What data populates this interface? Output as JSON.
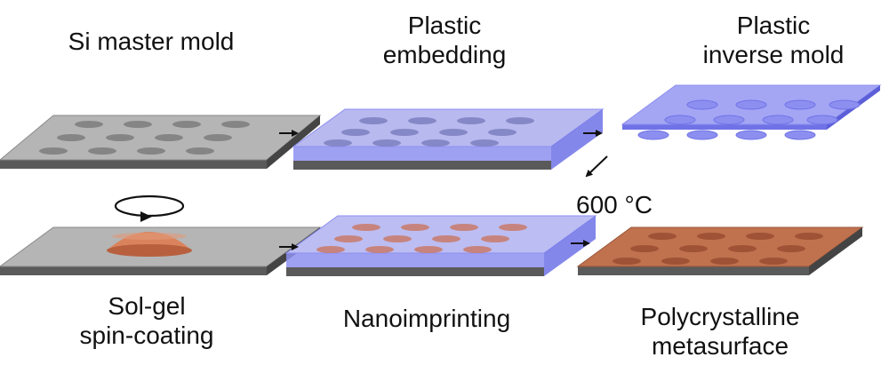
{
  "labels": {
    "si_master_mold": "Si master mold",
    "plastic_embedding_line1": "Plastic",
    "plastic_embedding_line2": "embedding",
    "plastic_inverse_mold_line1": "Plastic",
    "plastic_inverse_mold_line2": "inverse mold",
    "temperature": "600 °C",
    "sol_gel_line1": "Sol-gel",
    "sol_gel_line2": "spin-coating",
    "nanoimprinting": "Nanoimprinting",
    "polycrystalline_line1": "Polycrystalline",
    "polycrystalline_line2": "metasurface"
  },
  "colors": {
    "silicon_top": "#b5b5b5",
    "silicon_side": "#5a5a5a",
    "hole": "#858585",
    "plastic": "#8d8ff0",
    "plastic_dark": "#6f72e6",
    "solgel": "#d9825c",
    "solgel_dark": "#b8603e",
    "metasurface_top": "#c0714e",
    "arrow": "#111111"
  },
  "icons": {
    "rotation": "rotation-arrow-icon",
    "arrow": "arrow-right-icon"
  }
}
